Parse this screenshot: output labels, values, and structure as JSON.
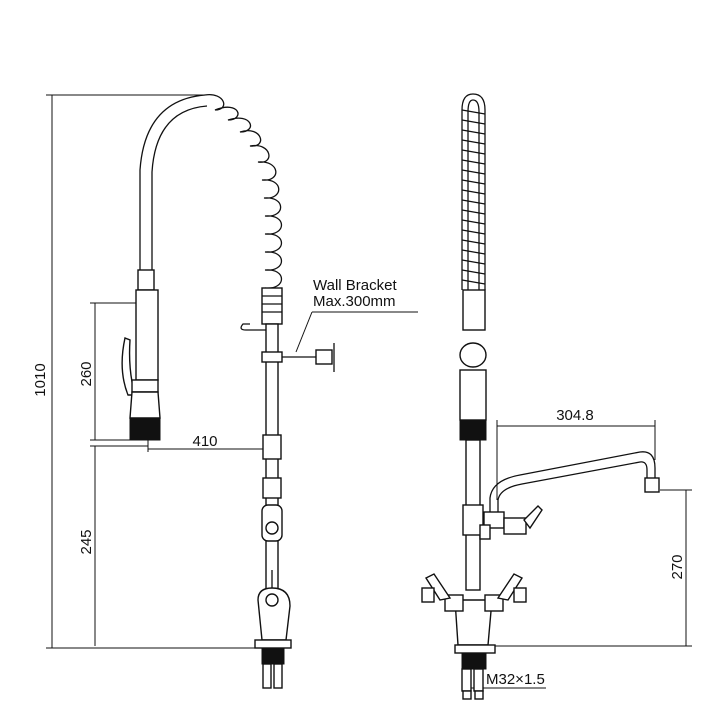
{
  "dimensions": {
    "total_height": "1010",
    "spray_head_height": "260",
    "lower_height": "245",
    "spray_reach": "410",
    "spout_reach": "304.8",
    "spout_height": "270",
    "thread": "M32×1.5"
  },
  "callouts": {
    "wall_bracket_line1": "Wall Bracket",
    "wall_bracket_line2": "Max.300mm"
  }
}
